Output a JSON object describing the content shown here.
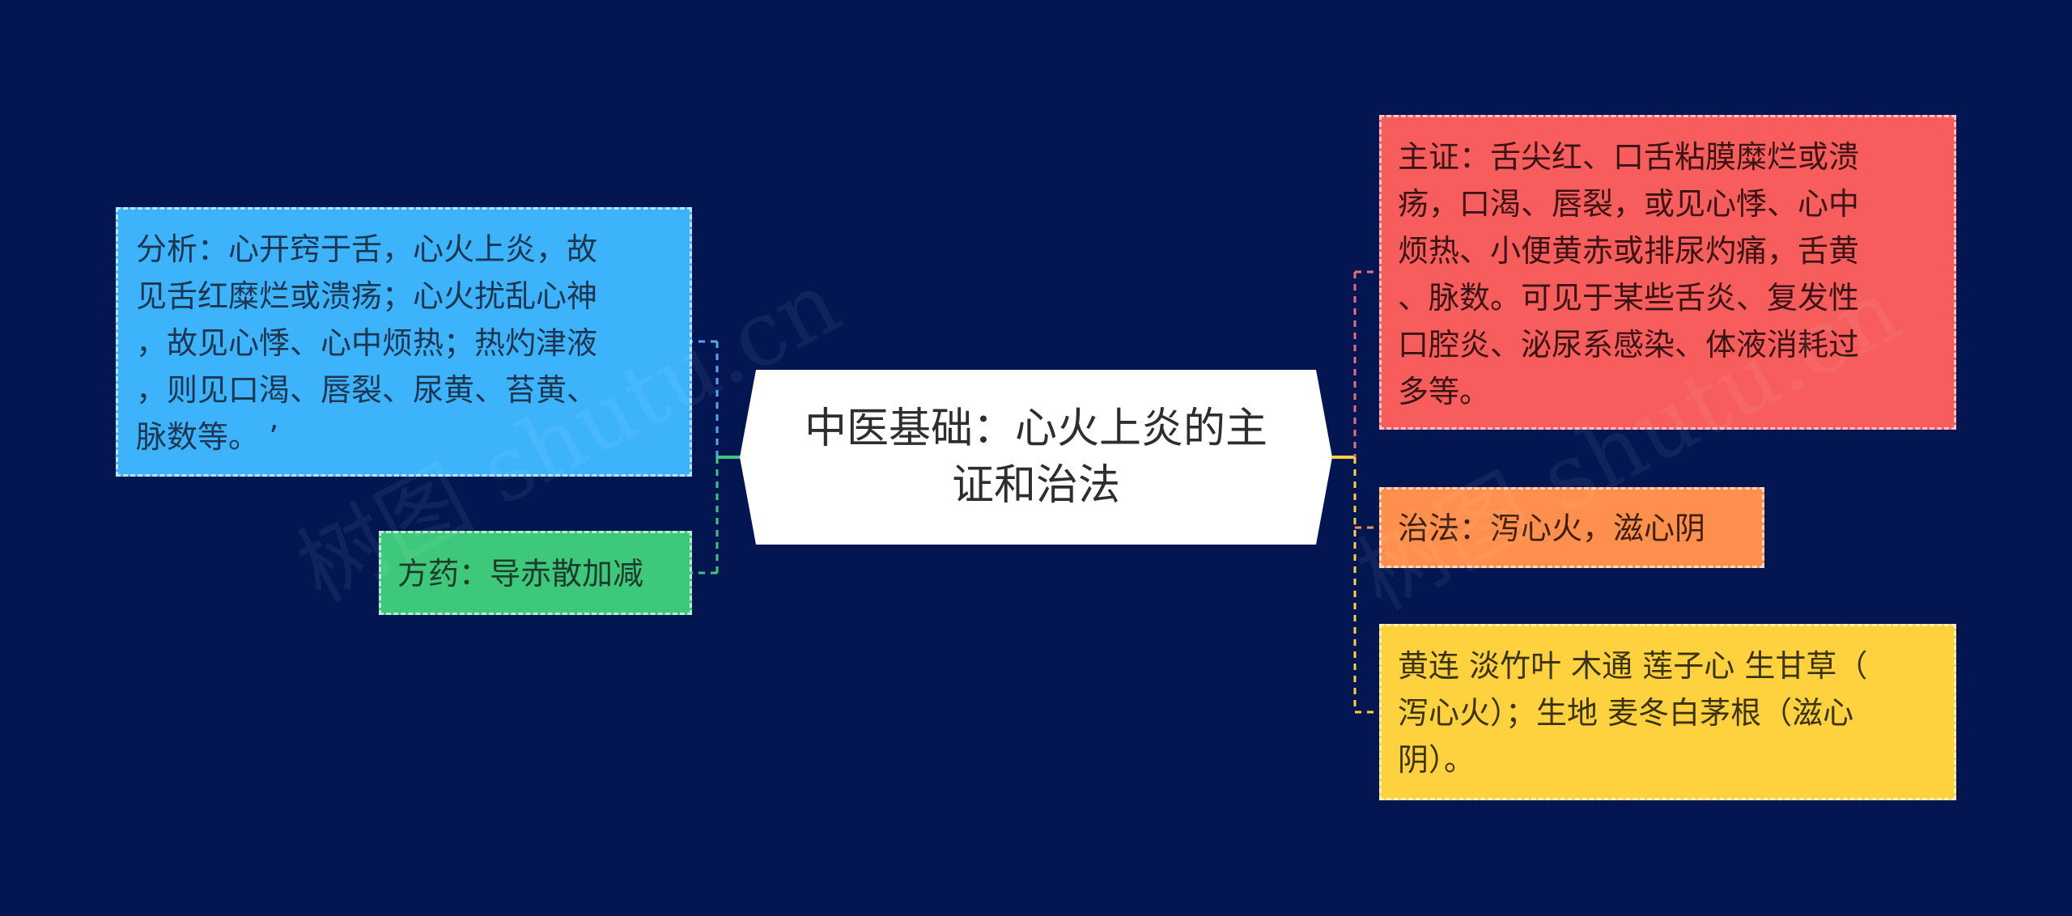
{
  "central_topic": {
    "label": "中医基础：心火上炎的主\n证和治法"
  },
  "left_branches": {
    "analysis": "分析：心开窍于舌，心火上炎，故\n见舌红糜烂或溃疡；心火扰乱心神\n，故见心悸、心中烦热；热灼津液\n，则见口渴、唇裂、尿黄、苔黄、\n脉数等。  ’",
    "formula": "方药：导赤散加减"
  },
  "right_branches": {
    "symptoms": "主证：舌尖红、口舌粘膜糜烂或溃\n疡，口渴、唇裂，或见心悸、心中\n烦热、小便黄赤或排尿灼痛，舌黄\n、脉数。可见于某些舌炎、复发性\n口腔炎、泌尿系感染、体液消耗过\n多等。",
    "treatment": "治法：泻心火，滋心阴",
    "herbs": "黄连 淡竹叶 木通 莲子心 生甘草（\n泻心火）；生地 麦冬白茅根（滋心\n阴）。"
  },
  "watermarks": [
    "树图 shutu.cn",
    "树图 shutu.cn"
  ],
  "colors": {
    "background": "#031652",
    "analysis": "#3db3fb",
    "formula": "#3ec87c",
    "symptoms": "#f75d5d",
    "treatment": "#ff8f4c",
    "herbs": "#fdd23e",
    "central": "#ffffff"
  }
}
